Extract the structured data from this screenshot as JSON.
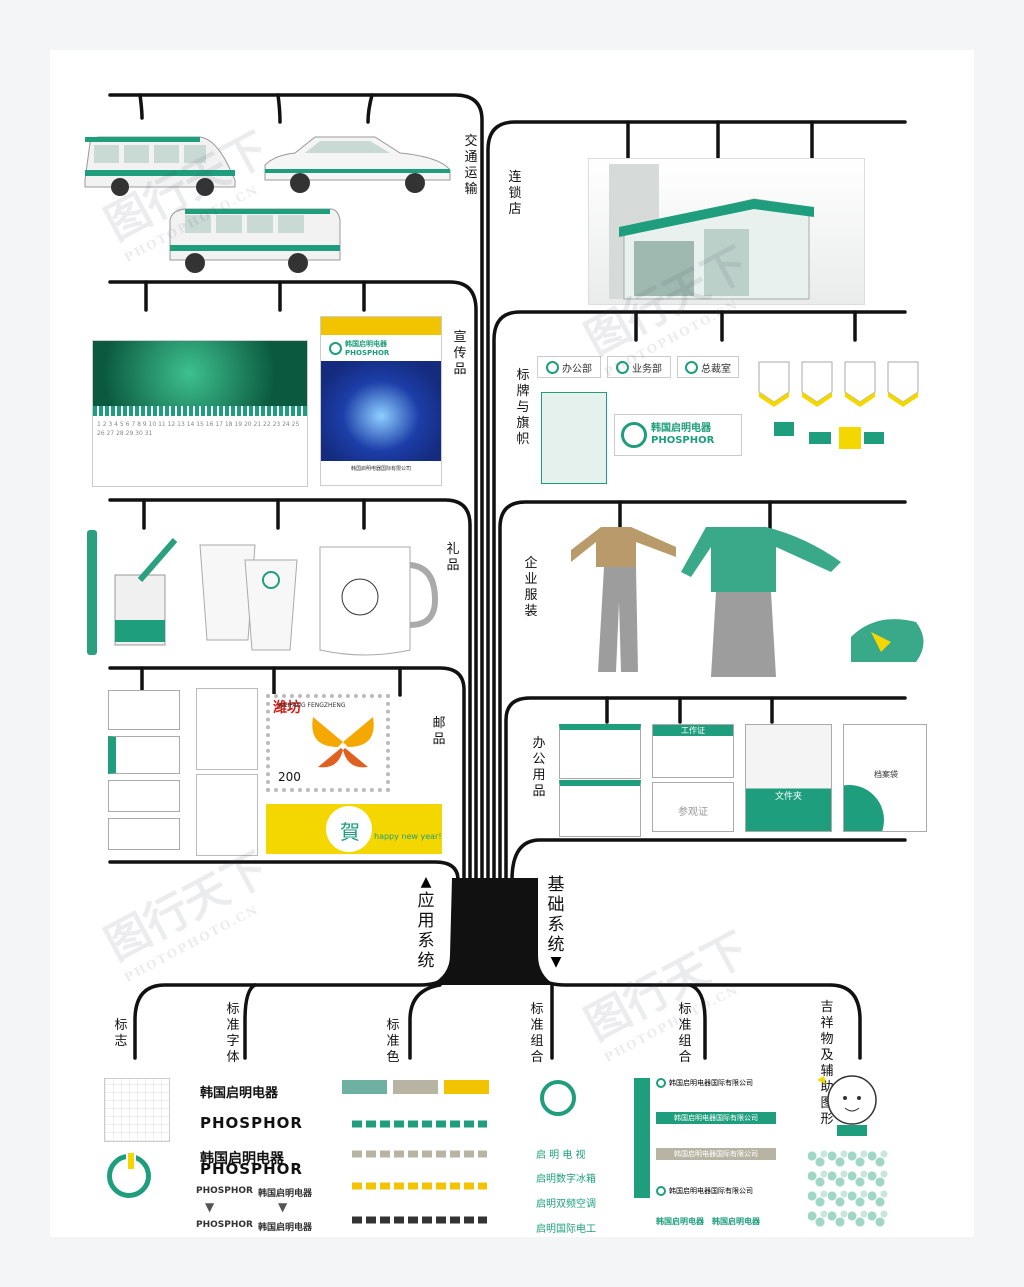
{
  "branches_top": {
    "jiaotong": "交通运输",
    "liansuo": "连锁店",
    "xuanchuan": "宣传品",
    "biaopai": "标牌与旗帜",
    "lipin": "礼品",
    "fuzhuang": "企业服装",
    "youpin": "邮品",
    "bangong": "办公用品"
  },
  "systems": {
    "application": "应用系统",
    "basic": "基础系统"
  },
  "branches_bottom": {
    "biaozhi": "标志",
    "ziti": "标准字体",
    "se": "标准色",
    "zuhe1": "标准组合",
    "zuhe2": "标准组合",
    "jixiangwu": "吉祥物及辅助图形"
  },
  "brand": {
    "cn_name": "韩国启明电器",
    "en_name": "PHOSPHOR",
    "company": "韩国启明电器国际有限公司"
  },
  "signage": {
    "office": "办公部",
    "business": "业务部",
    "ceo": "总裁室"
  },
  "stamp": {
    "city_cn": "潍坊",
    "city_en": "WEIFANG FENGZHENG",
    "value": "200",
    "greeting_char": "賀",
    "greeting": "happy new year!"
  },
  "office_items": {
    "work_card": "工作证",
    "visitor": "参观证",
    "folder": "文件夹",
    "hanger": "档案袋"
  },
  "combos": {
    "c1": "启 明 电 视",
    "c2": "启明数字冰箱",
    "c3": "启明双频空调",
    "c4": "启明国际电工"
  },
  "watermark": {
    "cn": "图行天下",
    "en": "PHOTOPHOTO.CN"
  }
}
